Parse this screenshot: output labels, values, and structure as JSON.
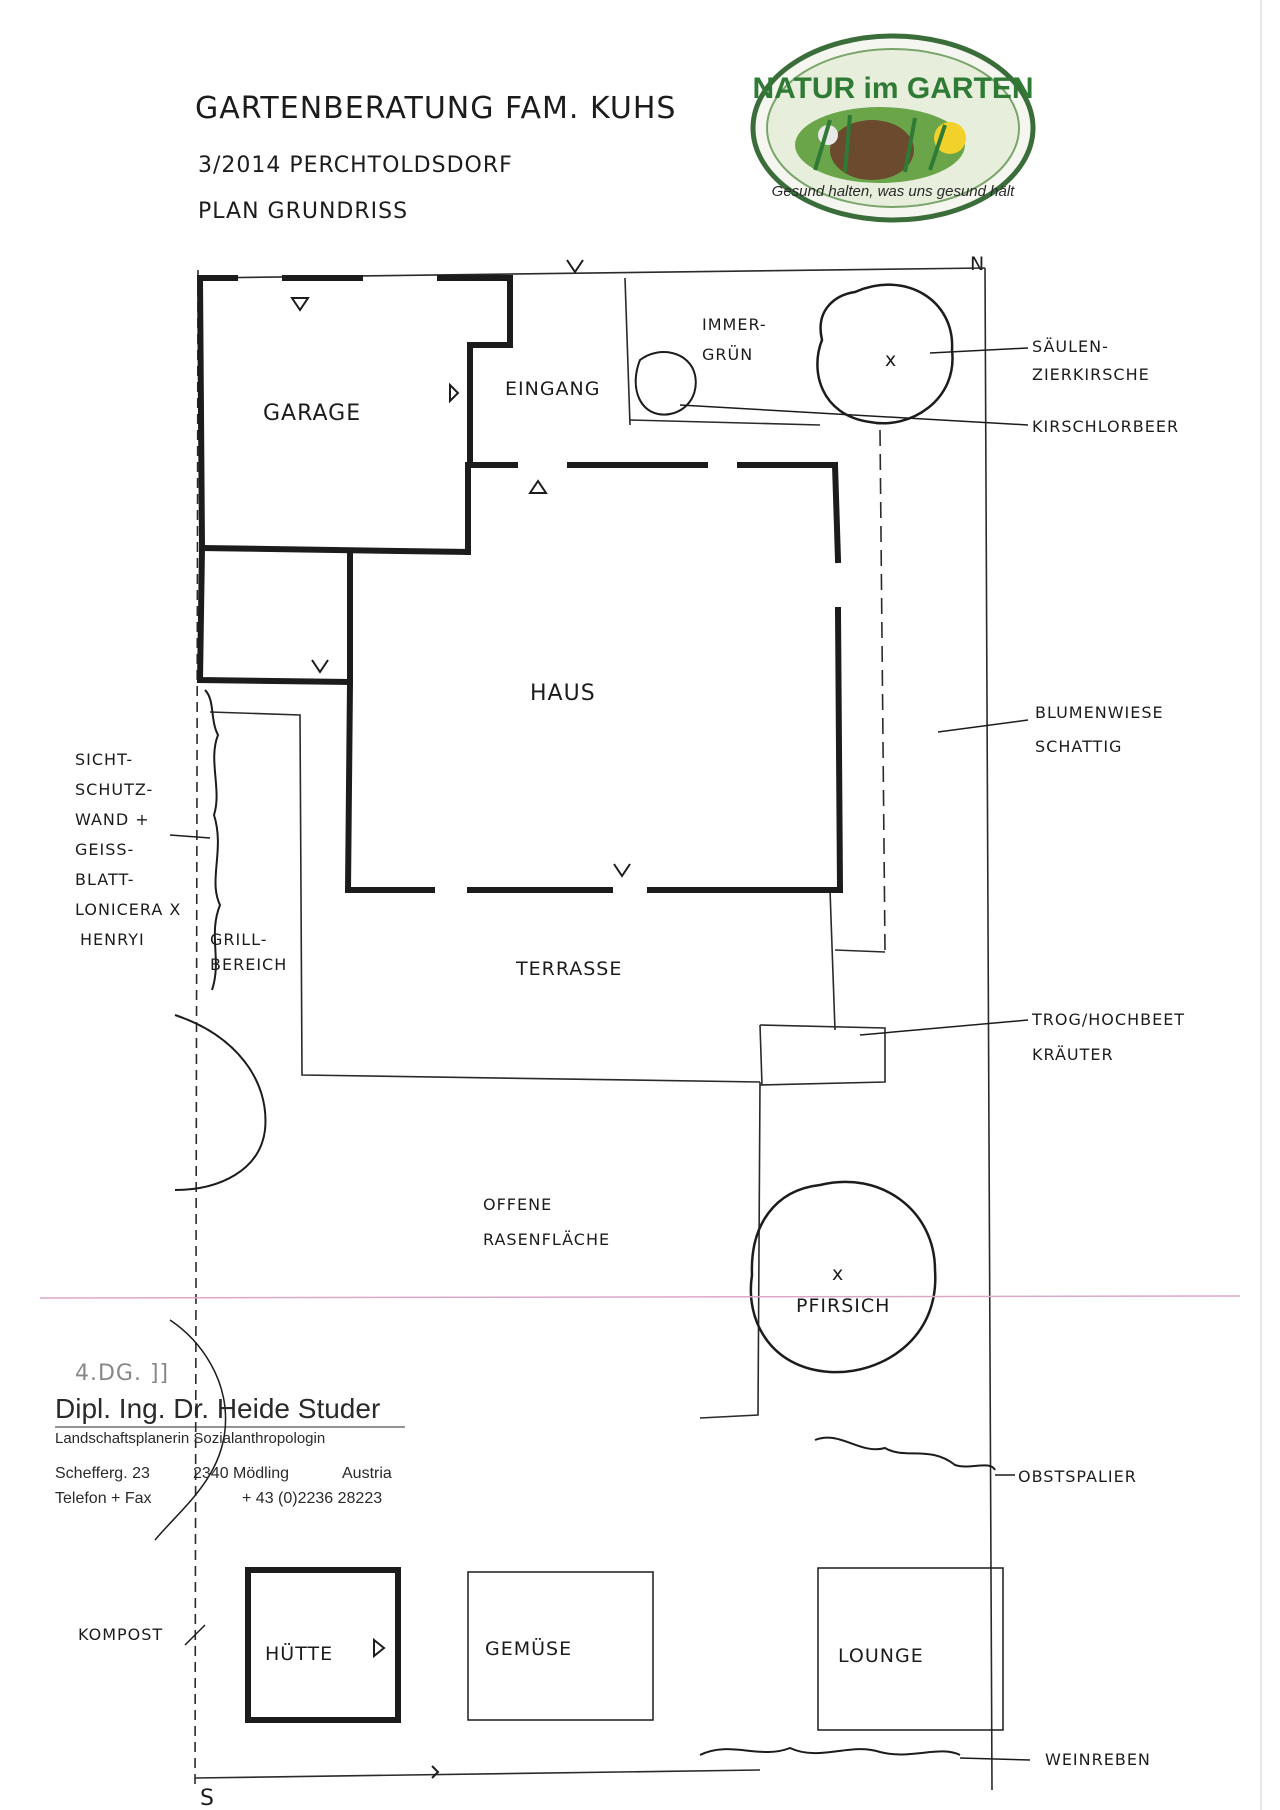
{
  "header": {
    "title": "GARTENBERATUNG FAM. KUHS",
    "date_place": "3/2014 PERCHTOLDSDORF",
    "subtitle": "PLAN GRUNDRISS"
  },
  "logo": {
    "name": "NATUR im GARTEN",
    "slogan": "Gesund halten, was uns gesund hält"
  },
  "compass": {
    "north": "N",
    "south": "S"
  },
  "areas": {
    "garage": "GARAGE",
    "eingang": "EINGANG",
    "haus": "HAUS",
    "terrasse": "TERRASSE",
    "offene_rasenflaeche": [
      "OFFENE",
      "RASENFLÄCHE"
    ],
    "huette": "HÜTTE",
    "gemuese": "GEMÜSE",
    "lounge": "LOUNGE",
    "immergruen": [
      "IMMER-",
      "GRÜN"
    ],
    "pfirsich": "PFIRSICH",
    "grillbereich": [
      "GRILL-",
      "BEREICH"
    ]
  },
  "annotations": {
    "saeulenzierkirsche": [
      "SÄULEN-",
      "ZIERKIRSCHE"
    ],
    "kirschlorbeer": "KIRSCHLORBEER",
    "blumenwiese": [
      "BLUMENWIESE",
      "SCHATTIG"
    ],
    "trog": [
      "TROG/HOCHBEET",
      "KRÄUTER"
    ],
    "sichtschutz": [
      "SICHT-",
      "SCHUTZ-",
      "WAND +",
      "GEISS-",
      "BLATT-",
      "LONICERA X",
      "HENRYI"
    ],
    "obstspalier": "OBSTSPALIER",
    "kompost": "KOMPOST",
    "weinreben": "WEINREBEN"
  },
  "stamp": {
    "name": "Dipl. Ing. Dr. Heide Studer",
    "profession": "Landschaftsplanerin Sozialanthropologin",
    "street": "Schefferg. 23",
    "city": "2340 Mödling",
    "country": "Austria",
    "phone_label": "Telefon + Fax",
    "phone": "+ 43 (0)2236 28223",
    "scribble": "4.DG. ]]"
  },
  "colors": {
    "ink": "#1c1c1c",
    "logo_green": "#2f7a35",
    "logo_border": "#3b6d3b",
    "pink_line": "#d9a9c8"
  },
  "icons": [
    "logo-seal-icon",
    "tree-icon",
    "shrub-icon",
    "window-marker-icon"
  ]
}
